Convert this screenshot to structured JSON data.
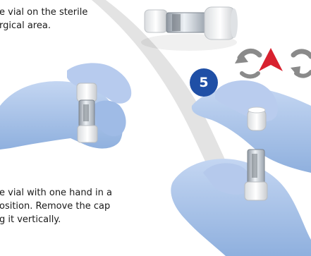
{
  "captions": {
    "top_line1": "e vial on the sterile",
    "top_line2": "rgical area.",
    "bottom_line1": "e vial with one hand in a",
    "bottom_line2": "osition. Remove the cap",
    "bottom_line3": "g it vertically."
  },
  "step": {
    "number": "5"
  },
  "icons": {
    "left_arrow": "rotate-left-arrow-icon",
    "right_arrow": "rotate-right-arrow-icon",
    "center": "red-triangle-icon"
  },
  "colors": {
    "badge": "#1f4fa6",
    "glove": "#a9c2e8",
    "arrow_red": "#d8212f",
    "arrow_gray": "#8a8a8a",
    "divider": "#dedede"
  }
}
